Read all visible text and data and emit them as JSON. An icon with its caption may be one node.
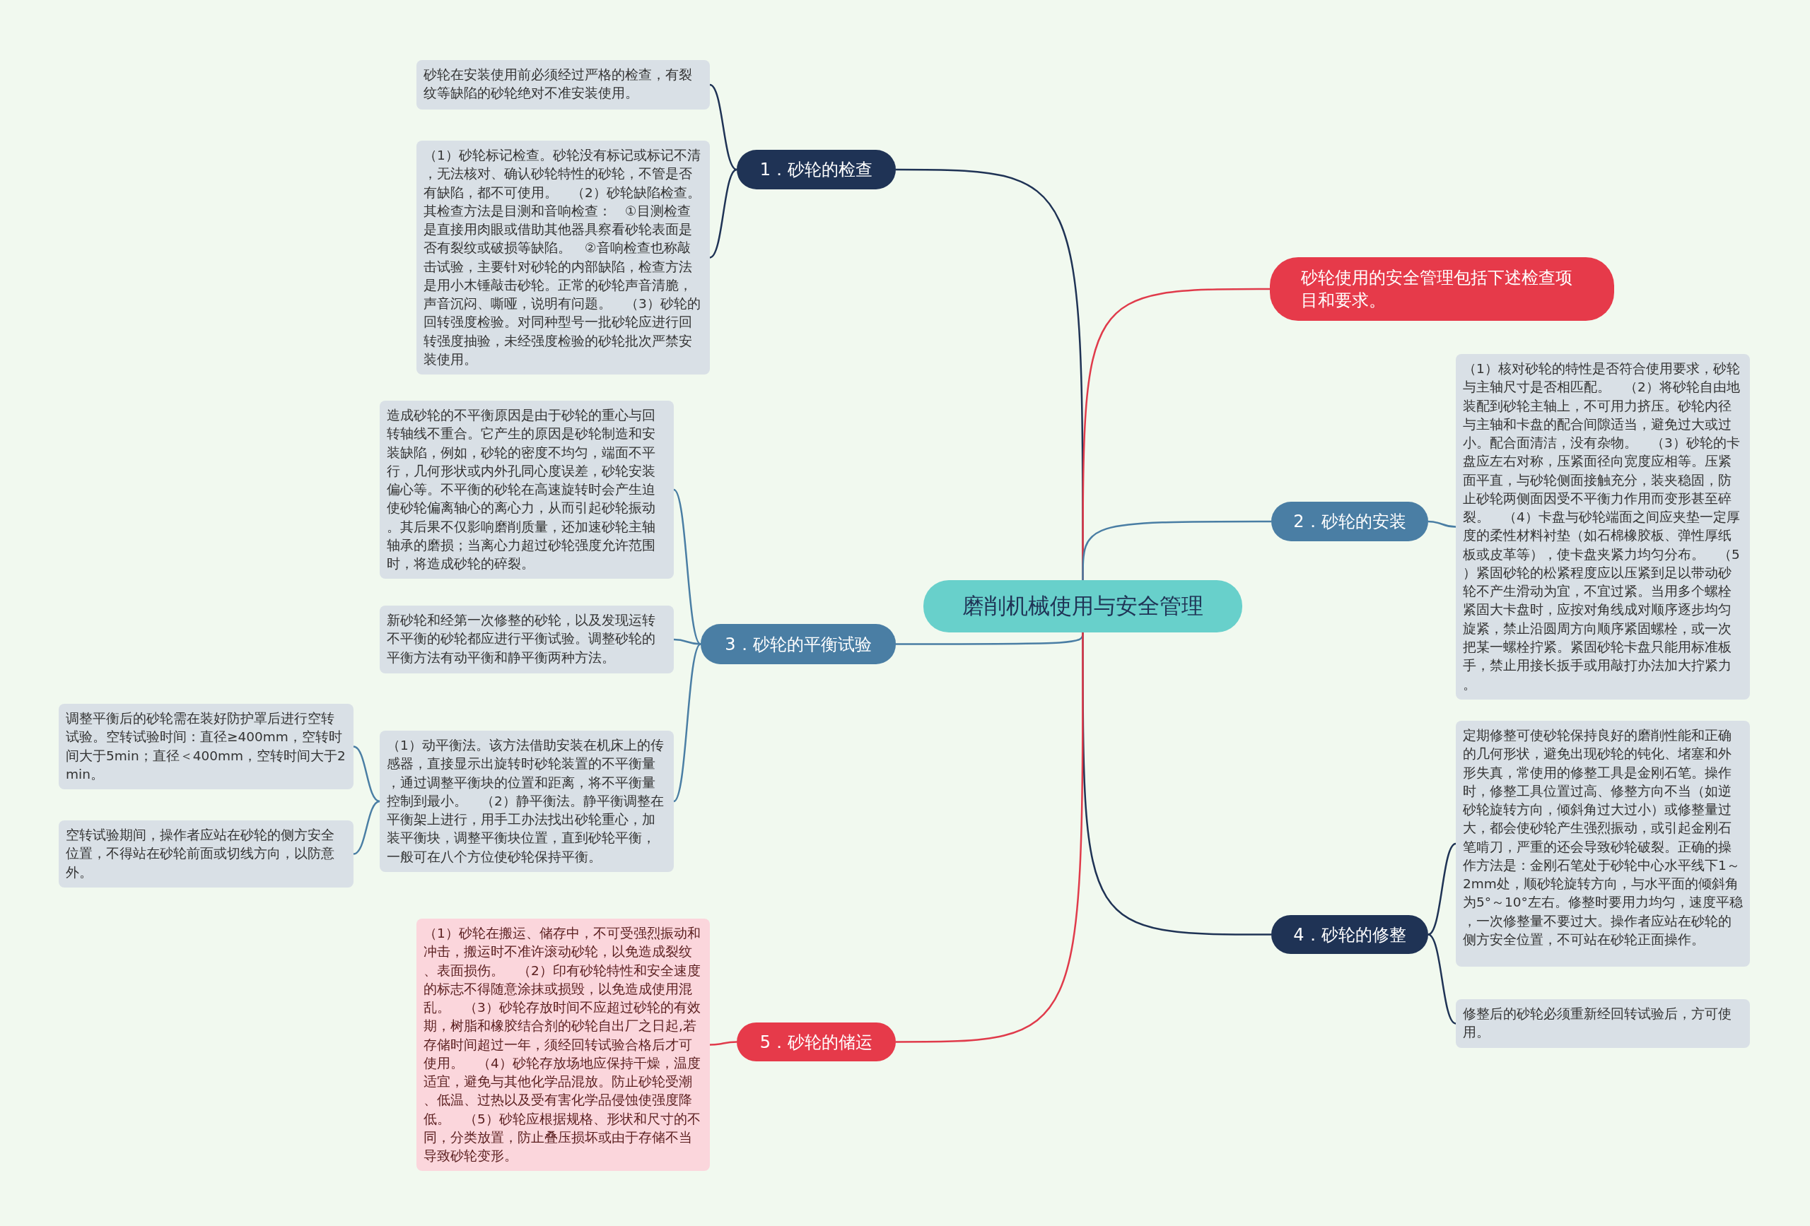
{
  "diagram": {
    "nodes": [
      {
        "text": [
          "磨削机械使用与安全管理"
        ]
      },
      {
        "text": [
          "1．砂轮的检查"
        ]
      },
      {
        "text": [
          "砂轮在安装使用前必须经过严格的检查，有裂纹等缺陷的砂轮绝对不准安装使用。"
        ]
      },
      {
        "text": [
          "（1）砂轮标记检查。砂轮没有标记或标记不清，无法核对、确认砂轮特性的砂轮，不管是否有缺陷，都不可使用。　（2）砂轮缺陷检查。其检查方法是目测和音响检查：　①目测检查是直接用肉眼或借助其他器具察看砂轮表面是否有裂纹或破损等缺陷。　②音响检查也称敲击试验，主要针对砂轮的内部缺陷，检查方法是用小木锤敲击砂轮。正常的砂轮声音清脆，声音沉闷、嘶哑，说明有问题。　（3）砂轮的回转强度检验。对同种型号一批砂轮应进行回转强度抽验，未经强度检验的砂轮批次严禁安装使用。"
        ]
      },
      {
        "text": [
          "砂轮使用的安全管理包括下述检查项目和要求。"
        ]
      },
      {
        "text": [
          "2．砂轮的安装"
        ]
      },
      {
        "text": [
          "（1）核对砂轮的特性是否符合使用要求，砂轮与主轴尺寸是否相匹配。　（2）将砂轮自由地装配到砂轮主轴上，不可用力挤压。砂轮内径与主轴和卡盘的配合间隙适当，避免过大或过小。配合面清洁，没有杂物。　（3）砂轮的卡盘应左右对称，压紧面径向宽度应相等。压紧面平直，与砂轮侧面接触充分，装夹稳固，防止砂轮两侧面因受不平衡力作用而变形甚至碎裂。　（4）卡盘与砂轮端面之间应夹垫一定厚度的柔性材料衬垫（如石棉橡胶板、弹性厚纸板或皮革等），使卡盘夹紧力均匀分布。　（5）紧固砂轮的松紧程度应以压紧到足以带动砂轮不产生滑动为宜，不宜过紧。当用多个螺栓紧固大卡盘时，应按对角线成对顺序逐步均匀旋紧，禁止沿圆周方向顺序紧固螺栓，或一次把某一螺栓拧紧。紧固砂轮卡盘只能用标准板手，禁止用接长扳手或用敲打办法加大拧紧力。"
        ]
      },
      {
        "text": [
          "3．砂轮的平衡试验"
        ]
      },
      {
        "text": [
          "造成砂轮的不平衡原因是由于砂轮的重心与回转轴线不重合。它产生的原因是砂轮制造和安装缺陷，例如，砂轮的密度不均匀，端面不平行，几何形状或内外孔同心度误差，砂轮安装偏心等。不平衡的砂轮在高速旋转时会产生迫使砂轮偏离轴心的离心力，从而引起砂轮振动。其后果不仅影响磨削质量，还加速砂轮主轴轴承的磨损；当离心力超过砂轮强度允许范围时，将造成砂轮的碎裂。"
        ]
      },
      {
        "text": [
          "新砂轮和经第一次修整的砂轮，以及发现运转不平衡的砂轮都应进行平衡试验。调整砂轮的平衡方法有动平衡和静平衡两种方法。"
        ]
      },
      {
        "text": [
          "（1）动平衡法。该方法借助安装在机床上的传感器，直接显示出旋转时砂轮装置的不平衡量，通过调整平衡块的位置和距离，将不平衡量控制到最小。　（2）静平衡法。静平衡调整在平衡架上进行，用手工办法找出砂轮重心，加装平衡块，调整平衡块位置，直到砂轮平衡，一般可在八个方位使砂轮保持平衡。"
        ]
      },
      {
        "text": [
          "调整平衡后的砂轮需在装好防护罩后进行空转试验。空转试验时间：直径≥400mm，空转时间大于5min；直径＜400mm，空转时间大于2min。"
        ]
      },
      {
        "text": [
          "空转试验期间，操作者应站在砂轮的侧方安全位置，不得站在砂轮前面或切线方向，以防意外。"
        ]
      },
      {
        "text": [
          "4．砂轮的修整"
        ]
      },
      {
        "text": [
          "定期修整可使砂轮保持良好的磨削性能和正确的几何形状，避免出现砂轮的钝化、堵塞和外形失真，常使用的修整工具是金刚石笔。操作时，修整工具位置过高、修整方向不当（如逆砂轮旋转方向，倾斜角过大过小）或修整量过大，都会使砂轮产生强烈振动，或引起金刚石笔啃刀，严重的还会导致砂轮破裂。正确的操作方法是：金刚石笔处于砂轮中心水平线下1～2mm处，顺砂轮旋转方向，与水平面的倾斜角为5°～10°左右。修整时要用力均匀，速度平稳，一次修整量不要过大。操作者应站在砂轮的侧方安全位置，不可站在砂轮正面操作。"
        ]
      },
      {
        "text": [
          "修整后的砂轮必须重新经回转试验后，方可使用。"
        ]
      },
      {
        "text": [
          "5．砂轮的储运"
        ]
      },
      {
        "text": [
          "（1）砂轮在搬运、储存中，不可受强烈振动和冲击，搬运时不准许滚动砂轮，以免造成裂纹、表面损伤。　（2）印有砂轮特性和安全速度的标志不得随意涂抹或损毁，以免造成使用混乱。　（3）砂轮存放时间不应超过砂轮的有效期，树脂和橡胶结合剂的砂轮自出厂之日起,若存储时间超过一年，须经回转试验合格后才可使用。　（4）砂轮存放场地应保持干燥，温度适宜，避免与其他化学品混放。防止砂轮受潮、低温、过热以及受有害化学品侵蚀使强度降低。　（5）砂轮应根据规格、形状和尺寸的不同，分类放置，防止叠压损坏或由于存储不当导致砂轮变形。"
        ]
      }
    ],
    "edges": [
      {
        "from": 0,
        "to": 1,
        "arrow": "none",
        "color": "#1f3355"
      },
      {
        "from": 1,
        "to": 2,
        "arrow": "none",
        "color": "#1f3355"
      },
      {
        "from": 1,
        "to": 3,
        "arrow": "none",
        "color": "#1f3355"
      },
      {
        "from": 0,
        "to": 4,
        "arrow": "none",
        "color": "#e03b4b"
      },
      {
        "from": 0,
        "to": 5,
        "arrow": "none",
        "color": "#4a7ea4"
      },
      {
        "from": 5,
        "to": 6,
        "arrow": "none",
        "color": "#4a7ea4"
      },
      {
        "from": 0,
        "to": 7,
        "arrow": "none",
        "color": "#4a7ea4"
      },
      {
        "from": 7,
        "to": 8,
        "arrow": "none",
        "color": "#4a7ea4"
      },
      {
        "from": 7,
        "to": 9,
        "arrow": "none",
        "color": "#4a7ea4"
      },
      {
        "from": 7,
        "to": 10,
        "arrow": "none",
        "color": "#4a7ea4"
      },
      {
        "from": 10,
        "to": 11,
        "arrow": "none",
        "color": "#4a7ea4"
      },
      {
        "from": 10,
        "to": 12,
        "arrow": "none",
        "color": "#4a7ea4"
      },
      {
        "from": 0,
        "to": 13,
        "arrow": "none",
        "color": "#1f3355"
      },
      {
        "from": 13,
        "to": 14,
        "arrow": "none",
        "color": "#1f3355"
      },
      {
        "from": 13,
        "to": 15,
        "arrow": "none",
        "color": "#1f3355"
      },
      {
        "from": 0,
        "to": 16,
        "arrow": "none",
        "color": "#e03b4b"
      },
      {
        "from": 16,
        "to": 17,
        "arrow": "none",
        "color": "#e03b4b"
      }
    ]
  }
}
